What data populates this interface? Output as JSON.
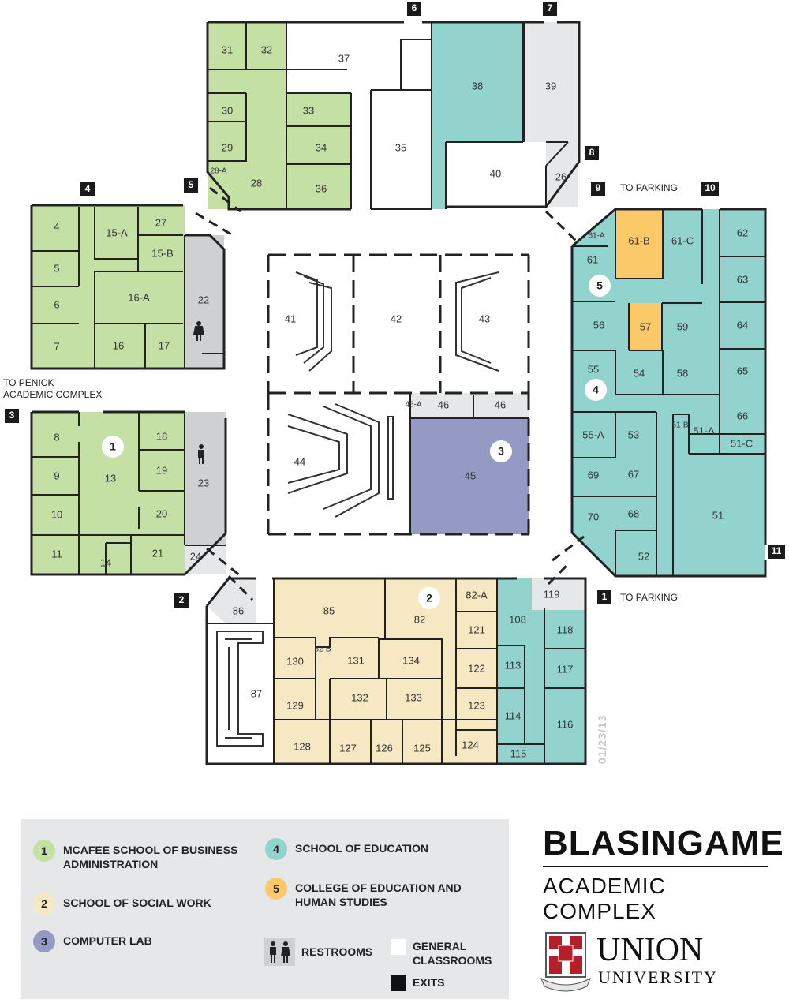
{
  "rooms": [
    "4",
    "5",
    "6",
    "7",
    "15-A",
    "15-B",
    "16-A",
    "16",
    "17",
    "27",
    "22",
    "8",
    "9",
    "10",
    "11",
    "13",
    "14",
    "18",
    "19",
    "20",
    "21",
    "23",
    "24",
    "31",
    "32",
    "30",
    "29",
    "28-A",
    "28",
    "33",
    "34",
    "36",
    "37",
    "35",
    "38",
    "39",
    "40",
    "26",
    "41",
    "42",
    "43",
    "44",
    "45",
    "46-A",
    "46",
    "61-A",
    "61",
    "61-B",
    "61-C",
    "62",
    "63",
    "64",
    "65",
    "66",
    "56",
    "57",
    "59",
    "55",
    "54",
    "58",
    "55-A",
    "53",
    "51-B",
    "51-A",
    "51-C",
    "69",
    "67",
    "70",
    "68",
    "51",
    "52",
    "85",
    "82",
    "82-A",
    "121",
    "122",
    "123",
    "124",
    "130",
    "82-B",
    "131",
    "134",
    "132",
    "133",
    "129",
    "128",
    "127",
    "126",
    "125",
    "87",
    "86",
    "108",
    "118",
    "113",
    "117",
    "114",
    "116",
    "115",
    "119"
  ],
  "exits": [
    "1",
    "2",
    "3",
    "4",
    "5",
    "6",
    "7",
    "8",
    "9",
    "10",
    "11"
  ],
  "notes": {
    "to_parking": "TO PARKING",
    "to_penick_line1": "TO PENICK",
    "to_penick_line2": "ACADEMIC COMPLEX",
    "date": "01/23/13"
  },
  "zones": [
    "1",
    "2",
    "3",
    "4",
    "5"
  ],
  "legend": {
    "items": [
      {
        "num": "1",
        "line1": "MCAFEE SCHOOL OF BUSINESS",
        "line2": "ADMINISTRATION",
        "color": "#c5e0a5"
      },
      {
        "num": "2",
        "line1": "SCHOOL OF SOCIAL WORK",
        "line2": "",
        "color": "#f7e8c4"
      },
      {
        "num": "3",
        "line1": "COMPUTER LAB",
        "line2": "",
        "color": "#949ac4"
      },
      {
        "num": "4",
        "line1": "SCHOOL OF EDUCATION",
        "line2": "",
        "color": "#93d3cd"
      },
      {
        "num": "5",
        "line1": "COLLEGE OF EDUCATION AND",
        "line2": "HUMAN STUDIES",
        "color": "#fcc969"
      }
    ],
    "restrooms": "RESTROOMS",
    "general_line1": "GENERAL",
    "general_line2": "CLASSROOMS",
    "exits": "EXITS"
  },
  "brand": {
    "title": "BLASINGAME",
    "subtitle": "ACADEMIC COMPLEX",
    "university_line1": "UNION",
    "university_line2": "UNIVERSITY"
  },
  "colors": {
    "business": "#c5e0a5",
    "social_work": "#f7e8c4",
    "computer_lab": "#949ac4",
    "education": "#93d3cd",
    "college_education": "#fcc969",
    "restroom": "#cfd0d2"
  }
}
